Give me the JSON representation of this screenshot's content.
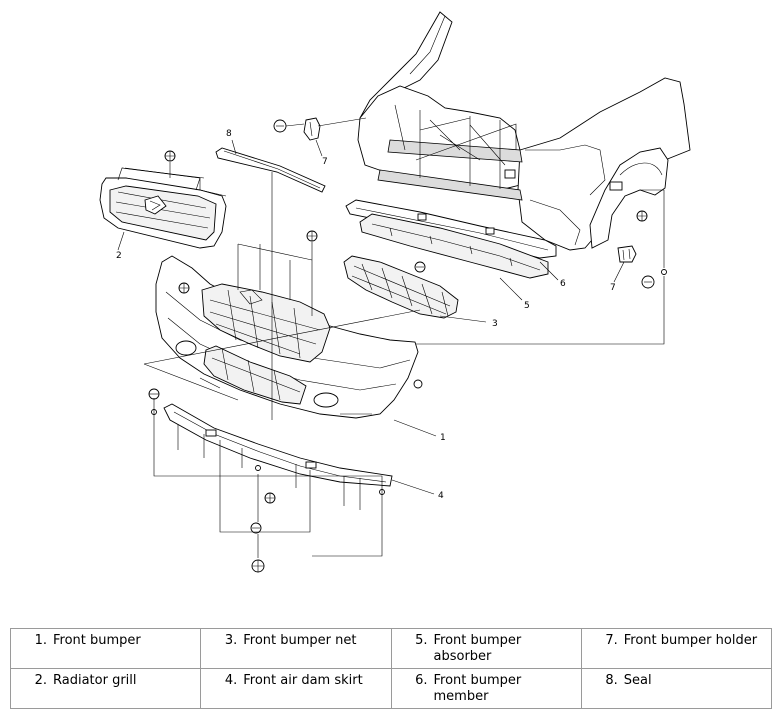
{
  "callouts": {
    "c1": "1",
    "c2": "2",
    "c3": "3",
    "c4": "4",
    "c5": "5",
    "c6": "6",
    "c7a": "7",
    "c7b": "7",
    "c8": "8"
  },
  "legend": {
    "rows": [
      [
        {
          "num": "1.",
          "label": "Front bumper"
        },
        {
          "num": "3.",
          "label": "Front bumper net"
        },
        {
          "num": "5.",
          "label": "Front bumper absorber"
        },
        {
          "num": "7.",
          "label": "Front bumper holder"
        }
      ],
      [
        {
          "num": "2.",
          "label": "Radiator grill"
        },
        {
          "num": "4.",
          "label": "Front air dam skirt"
        },
        {
          "num": "6.",
          "label": "Front bumper member"
        },
        {
          "num": "8.",
          "label": "Seal"
        }
      ]
    ]
  }
}
